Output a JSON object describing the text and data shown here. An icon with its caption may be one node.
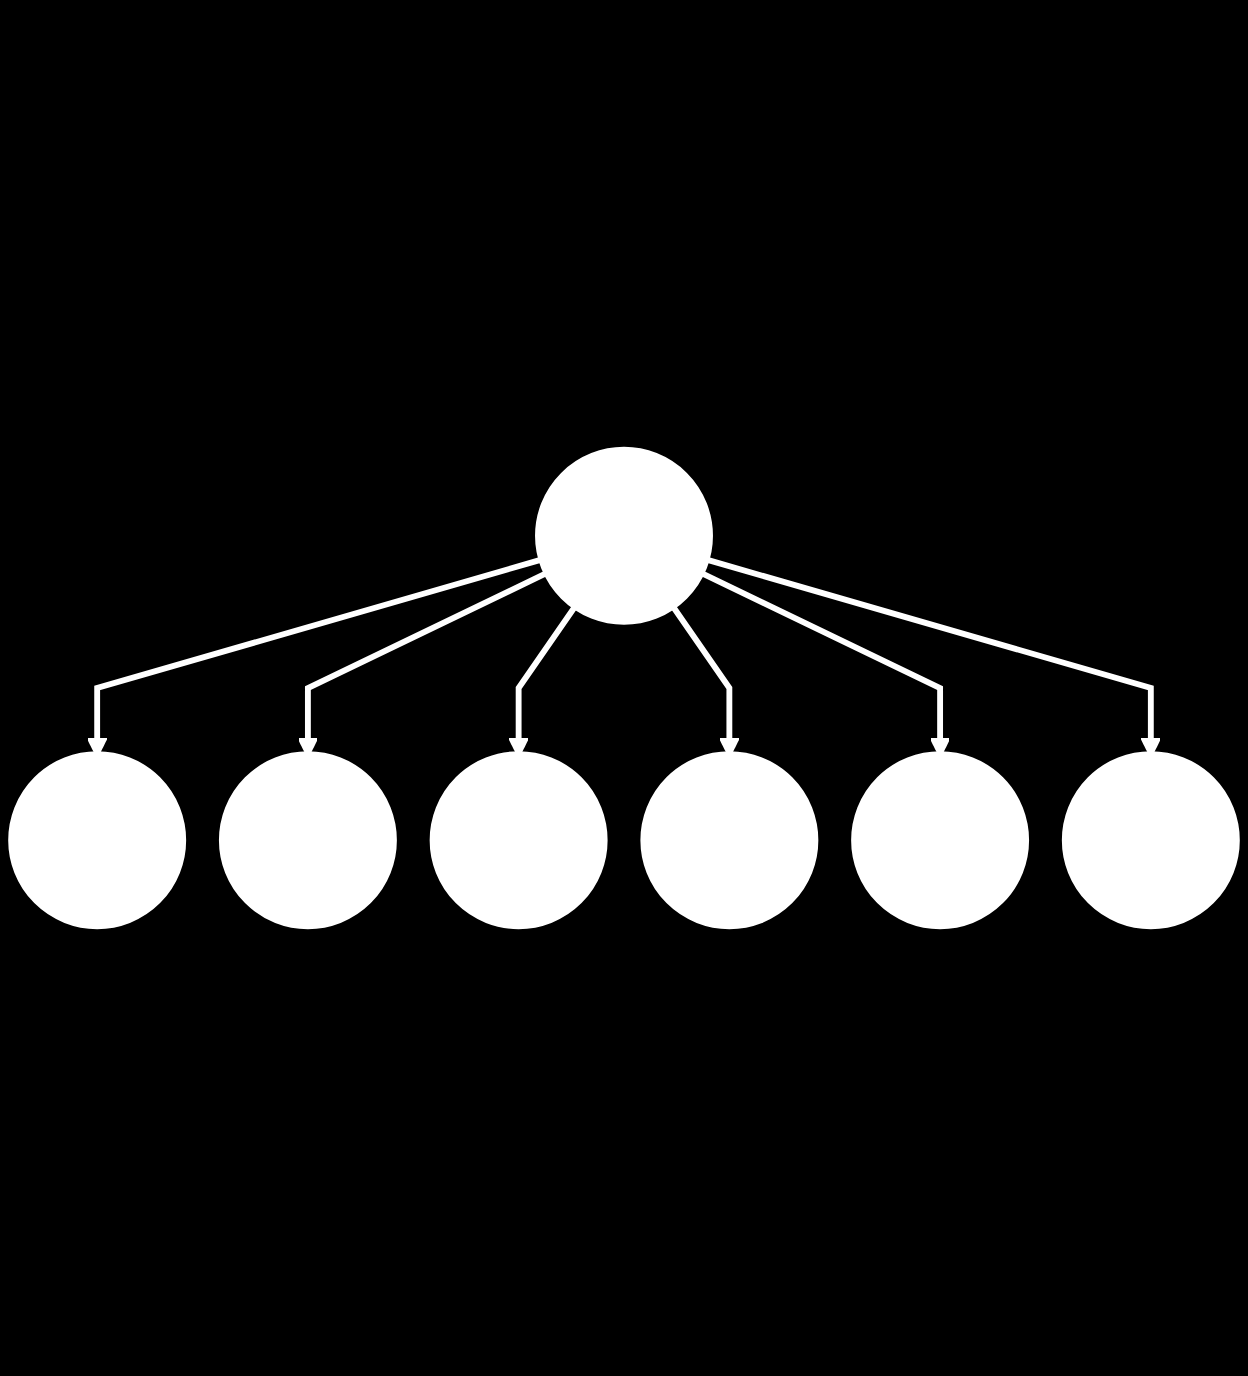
{
  "diagram": {
    "nodes": [
      {
        "text": [],
        "shape": "circle"
      },
      {
        "text": [],
        "shape": "circle"
      },
      {
        "text": [],
        "shape": "circle"
      },
      {
        "text": [],
        "shape": "circle"
      },
      {
        "text": [],
        "shape": "circle"
      },
      {
        "text": [],
        "shape": "circle"
      },
      {
        "text": [],
        "shape": "circle"
      }
    ],
    "edges": [
      {
        "from": 3,
        "to": 0,
        "arrow": "to"
      },
      {
        "from": 3,
        "to": 2,
        "arrow": "to"
      },
      {
        "from": 3,
        "to": 5,
        "arrow": "to"
      },
      {
        "from": 3,
        "to": 6,
        "arrow": "to"
      },
      {
        "from": 3,
        "to": 4,
        "arrow": "to"
      },
      {
        "from": 3,
        "to": 1,
        "arrow": "to"
      }
    ]
  }
}
